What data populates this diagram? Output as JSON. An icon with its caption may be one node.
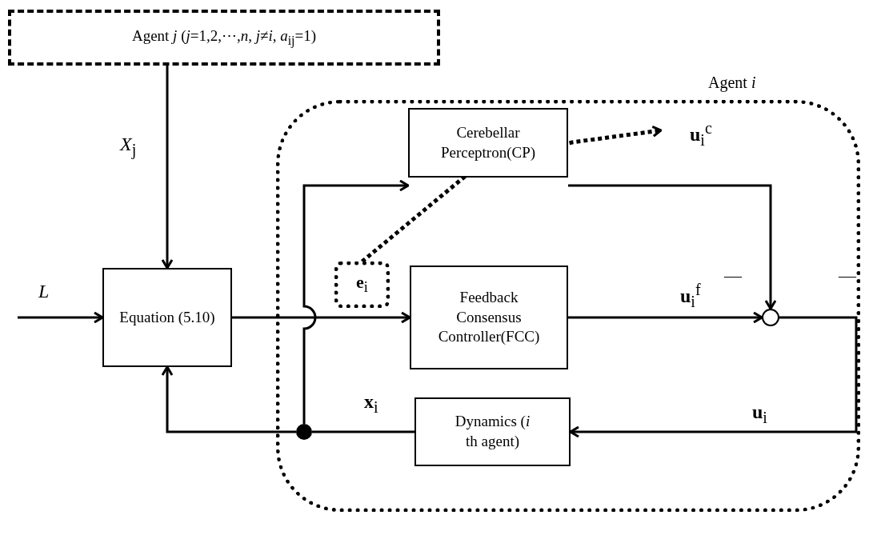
{
  "diagram": {
    "nodes": [
      {
        "text": [
          "Agent *j* (*j*=1,2,⋯,*n*, *j*≠*i*, *a*$_{ij}$=1)"
        ]
      },
      {
        "text": [
          "Agent *i*"
        ]
      },
      {
        "text": [
          "Equation (5.10)"
        ]
      },
      {
        "text": [
          "Cerebellar Perceptron(CP)"
        ],
        "in": 1
      },
      {
        "text": [
          "**e**$_{i}$"
        ],
        "in": 1
      },
      {
        "text": [
          "Feedback Consensus Controller(FCC)"
        ],
        "in": 1
      },
      {
        "text": [],
        "shape": "circle",
        "in": 1
      },
      {
        "text": [
          "Dynamics (*i* th agent)"
        ],
        "in": 1
      },
      {
        "text": [],
        "shape": "circle",
        "in": 1
      }
    ],
    "edges": [
      {
        "from": 0,
        "to": 2,
        "arrow": "to",
        "label": "*X*$_{j}$"
      },
      {
        "from": null,
        "to": 2,
        "arrow": "to",
        "label": "*L*"
      },
      {
        "from": 2,
        "to": 5,
        "arrow": "to"
      },
      {
        "from": 3,
        "to": 6,
        "arrow": "to",
        "label": "**u**$_{i}$$^{c}$"
      },
      {
        "from": 5,
        "to": 6,
        "arrow": "to",
        "label": "**u**$_{i}$$^{f}$"
      },
      {
        "from": 6,
        "to": 7,
        "arrow": "to",
        "label": "**u**$_{i}$"
      },
      {
        "from": 7,
        "to": 8,
        "arrow": "none",
        "label": "**x**$_{i}$"
      },
      {
        "from": 8,
        "to": 2,
        "arrow": "to"
      },
      {
        "from": 8,
        "to": 3,
        "arrow": "to"
      },
      {
        "from": 4,
        "to": null,
        "arrow": "to",
        "style": "dashed"
      }
    ],
    "labels": [
      "—",
      "—"
    ]
  }
}
